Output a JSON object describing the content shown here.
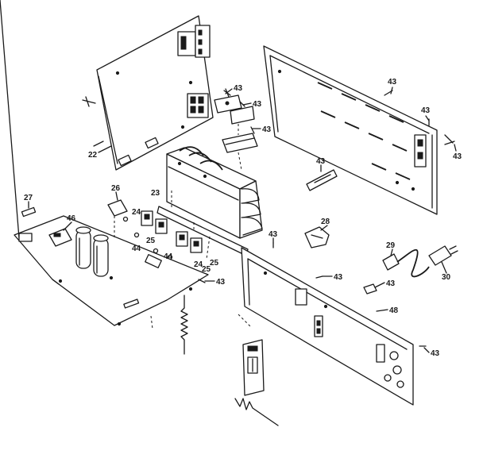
{
  "callouts": [
    {
      "id": "c-22",
      "text": "22"
    },
    {
      "id": "c-43-a",
      "text": "43"
    },
    {
      "id": "c-43-b",
      "text": "43"
    },
    {
      "id": "c-43-c",
      "text": "43"
    },
    {
      "id": "c-43-d",
      "text": "43"
    },
    {
      "id": "c-43-e",
      "text": "43"
    },
    {
      "id": "c-43-f",
      "text": "43"
    },
    {
      "id": "c-43-g",
      "text": "43"
    },
    {
      "id": "c-43-h",
      "text": "43"
    },
    {
      "id": "c-43-i",
      "text": "43"
    },
    {
      "id": "c-43-j",
      "text": "43"
    },
    {
      "id": "c-43-k",
      "text": "43"
    },
    {
      "id": "c-43-l",
      "text": "43"
    },
    {
      "id": "c-27",
      "text": "27"
    },
    {
      "id": "c-26",
      "text": "26"
    },
    {
      "id": "c-23",
      "text": "23"
    },
    {
      "id": "c-24-a",
      "text": "24"
    },
    {
      "id": "c-24-b",
      "text": "24"
    },
    {
      "id": "c-25-a",
      "text": "25"
    },
    {
      "id": "c-25-b",
      "text": "25"
    },
    {
      "id": "c-25-c",
      "text": "25"
    },
    {
      "id": "c-44-a",
      "text": "44"
    },
    {
      "id": "c-44-b",
      "text": "44"
    },
    {
      "id": "c-46",
      "text": "46"
    },
    {
      "id": "c-28",
      "text": "28"
    },
    {
      "id": "c-29",
      "text": "29"
    },
    {
      "id": "c-30",
      "text": "30"
    },
    {
      "id": "c-48",
      "text": "48"
    }
  ]
}
